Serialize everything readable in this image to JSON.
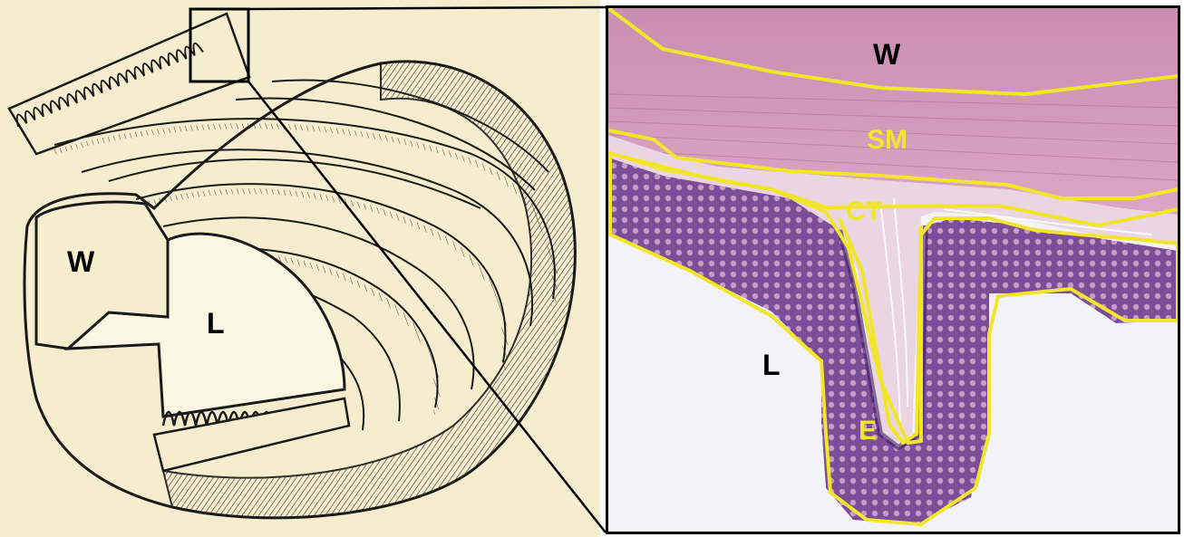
{
  "colors": {
    "paper": "#f5edce",
    "ink": "#1a1a1a",
    "outline": "#f2e62a",
    "tissue_pink": "#d89ab8",
    "tissue_purple": "#6b3a86",
    "background_slide": "#f3f2f6"
  },
  "drawing": {
    "labels": {
      "wall": "W",
      "lumen": "L"
    }
  },
  "histology": {
    "labels": {
      "wall": "W",
      "submucosa": "SM",
      "connective_tissue": "CT",
      "lumen": "L",
      "epithelium": "E"
    }
  }
}
